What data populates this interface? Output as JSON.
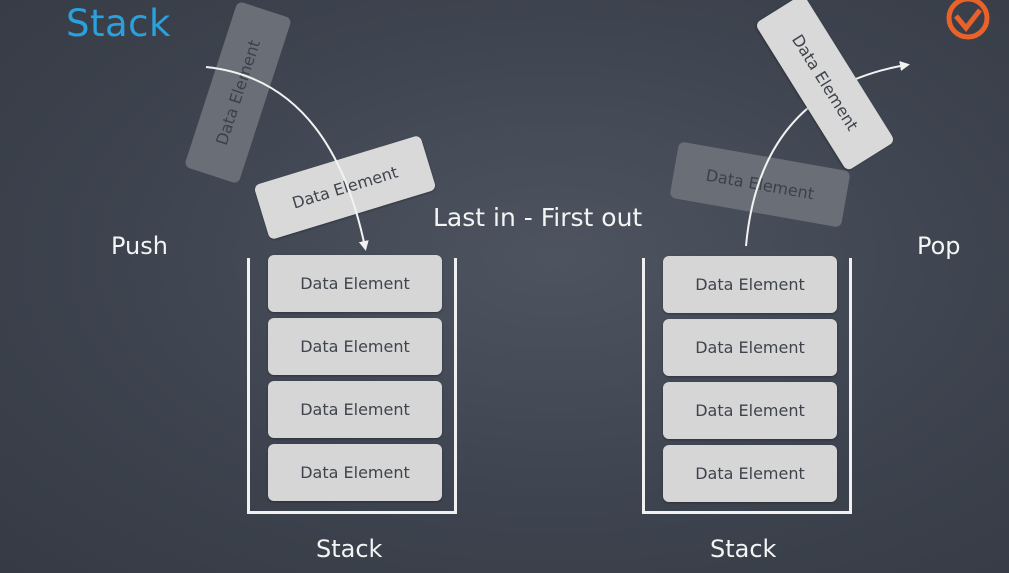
{
  "title": "Stack",
  "labels": {
    "push": "Push",
    "pop": "Pop",
    "principle": "Last in - First out",
    "stack_left": "Stack",
    "stack_right": "Stack"
  },
  "left_stack": {
    "elements": [
      "Data Element",
      "Data Element",
      "Data Element",
      "Data Element"
    ]
  },
  "right_stack": {
    "elements": [
      "Data Element",
      "Data Element",
      "Data Element",
      "Data Element"
    ]
  },
  "push_elements": {
    "faded": "Data Element",
    "incoming": "Data Element"
  },
  "pop_elements": {
    "faded": "Data Element",
    "outgoing": "Data Element"
  },
  "colors": {
    "title": "#2aa0dc",
    "element": "#d6d6d6",
    "element_text": "#3f444c",
    "logo": "#e8622a"
  }
}
